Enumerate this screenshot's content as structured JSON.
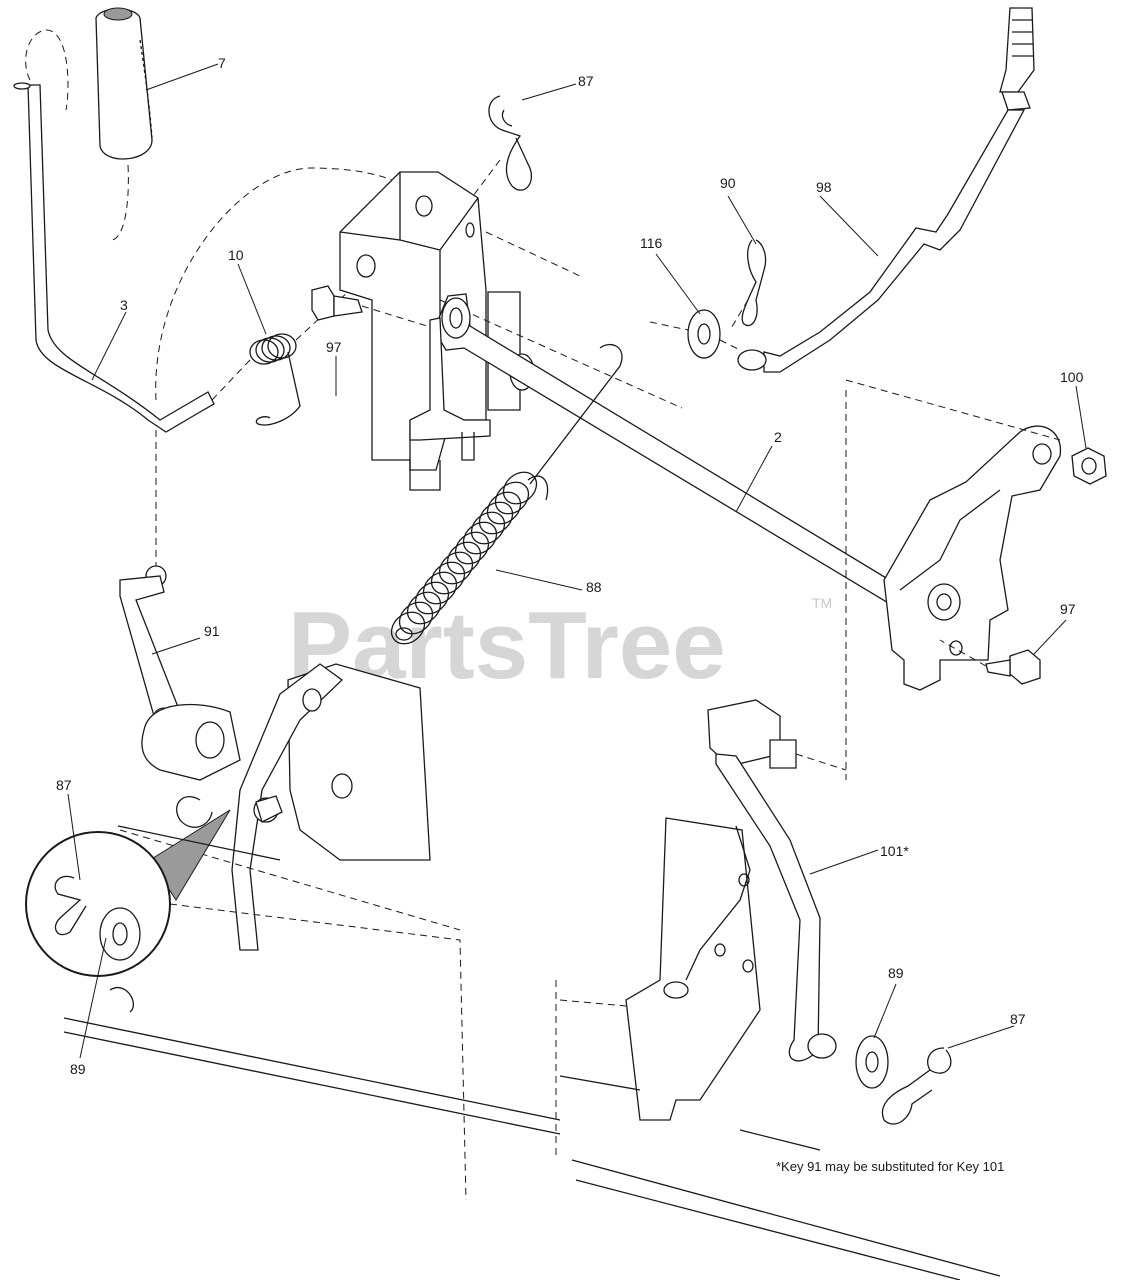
{
  "watermark": {
    "text": "PartsTree",
    "trademark": "TM"
  },
  "callouts": {
    "p7": "7",
    "p87_top": "87",
    "p90": "90",
    "p98": "98",
    "p116": "116",
    "p10": "10",
    "p3": "3",
    "p97_left": "97",
    "p100": "100",
    "p2": "2",
    "p88": "88",
    "p97_right": "97",
    "p91": "91",
    "p87_left": "87",
    "p89_left": "89",
    "p101": "101*",
    "p89_right": "89",
    "p87_right": "87"
  },
  "footnote": "*Key 91 may be substituted for Key 101"
}
